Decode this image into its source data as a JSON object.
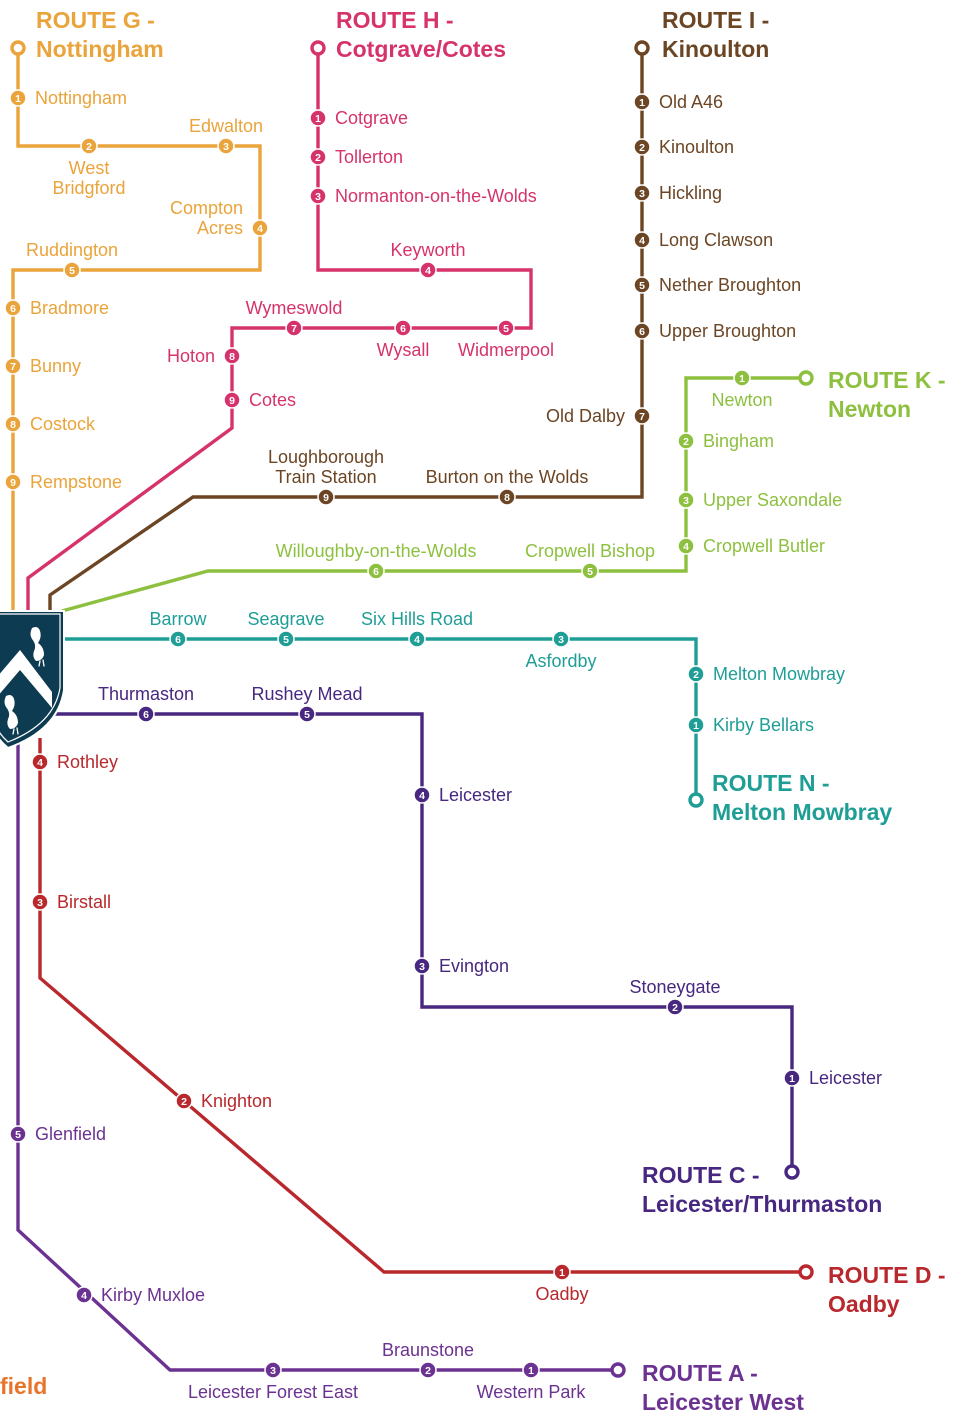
{
  "routes": [
    {
      "id": "G",
      "color": "#eaa43b",
      "title_lines": [
        "ROUTE G -",
        "Nottingham"
      ],
      "stops": [
        {
          "num": "1",
          "name": "Nottingham"
        },
        {
          "num": "2",
          "name": "West Bridgford",
          "name_lines": [
            "West",
            "Bridgford"
          ]
        },
        {
          "num": "3",
          "name": "Edwalton"
        },
        {
          "num": "4",
          "name": "Compton Acres",
          "name_lines": [
            "Compton",
            "Acres"
          ]
        },
        {
          "num": "5",
          "name": "Ruddington"
        },
        {
          "num": "6",
          "name": "Bradmore"
        },
        {
          "num": "7",
          "name": "Bunny"
        },
        {
          "num": "8",
          "name": "Costock"
        },
        {
          "num": "9",
          "name": "Rempstone"
        }
      ]
    },
    {
      "id": "H",
      "color": "#d6336c",
      "title_lines": [
        "ROUTE H -",
        "Cotgrave/Cotes"
      ],
      "stops": [
        {
          "num": "1",
          "name": "Cotgrave"
        },
        {
          "num": "2",
          "name": "Tollerton"
        },
        {
          "num": "3",
          "name": "Normanton-on-the-Wolds"
        },
        {
          "num": "4",
          "name": "Keyworth"
        },
        {
          "num": "5",
          "name": "Widmerpool"
        },
        {
          "num": "6",
          "name": "Wysall"
        },
        {
          "num": "7",
          "name": "Wymeswold"
        },
        {
          "num": "8",
          "name": "Hoton"
        },
        {
          "num": "9",
          "name": "Cotes"
        }
      ]
    },
    {
      "id": "I",
      "color": "#6b4524",
      "title_lines": [
        "ROUTE I -",
        "Kinoulton"
      ],
      "stops": [
        {
          "num": "1",
          "name": "Old A46"
        },
        {
          "num": "2",
          "name": "Kinoulton"
        },
        {
          "num": "3",
          "name": "Hickling"
        },
        {
          "num": "4",
          "name": "Long Clawson"
        },
        {
          "num": "5",
          "name": "Nether Broughton"
        },
        {
          "num": "6",
          "name": "Upper Broughton"
        },
        {
          "num": "7",
          "name": "Old Dalby"
        },
        {
          "num": "8",
          "name": "Burton on the Wolds"
        },
        {
          "num": "9",
          "name": "Loughborough Train Station",
          "name_lines": [
            "Loughborough",
            "Train Station"
          ]
        }
      ]
    },
    {
      "id": "K",
      "color": "#8dc03f",
      "title_lines": [
        "ROUTE K -",
        "Newton"
      ],
      "stops": [
        {
          "num": "1",
          "name": "Newton"
        },
        {
          "num": "2",
          "name": "Bingham"
        },
        {
          "num": "3",
          "name": "Upper Saxondale"
        },
        {
          "num": "4",
          "name": "Cropwell Butler"
        },
        {
          "num": "5",
          "name": "Cropwell Bishop"
        },
        {
          "num": "6",
          "name": "Willoughby-on-the-Wolds"
        }
      ]
    },
    {
      "id": "N",
      "color": "#1f9e96",
      "title_lines": [
        "ROUTE N -",
        "Melton Mowbray"
      ],
      "stops": [
        {
          "num": "1",
          "name": "Kirby Bellars"
        },
        {
          "num": "2",
          "name": "Melton Mowbray"
        },
        {
          "num": "3",
          "name": "Asfordby"
        },
        {
          "num": "4",
          "name": "Six Hills Road"
        },
        {
          "num": "5",
          "name": "Seagrave"
        },
        {
          "num": "6",
          "name": "Barrow"
        }
      ]
    },
    {
      "id": "C",
      "color": "#47277f",
      "title_lines": [
        "ROUTE C -",
        "Leicester/Thurmaston"
      ],
      "stops": [
        {
          "num": "1",
          "name": "Leicester"
        },
        {
          "num": "2",
          "name": "Stoneygate"
        },
        {
          "num": "3",
          "name": "Evington"
        },
        {
          "num": "4",
          "name": "Leicester"
        },
        {
          "num": "5",
          "name": "Rushey Mead"
        },
        {
          "num": "6",
          "name": "Thurmaston"
        }
      ]
    },
    {
      "id": "D",
      "color": "#b8282d",
      "title_lines": [
        "ROUTE D -",
        "Oadby"
      ],
      "stops": [
        {
          "num": "1",
          "name": "Oadby"
        },
        {
          "num": "2",
          "name": "Knighton"
        },
        {
          "num": "3",
          "name": "Birstall"
        },
        {
          "num": "4",
          "name": "Rothley"
        }
      ]
    },
    {
      "id": "A",
      "color": "#6b3291",
      "title_lines": [
        "ROUTE A -",
        "Leicester West"
      ],
      "stops": [
        {
          "num": "1",
          "name": "Western Park"
        },
        {
          "num": "2",
          "name": "Braunstone"
        },
        {
          "num": "3",
          "name": "Leicester Forest East"
        },
        {
          "num": "4",
          "name": "Kirby Muxloe"
        },
        {
          "num": "5",
          "name": "Glenfield"
        }
      ]
    }
  ],
  "fragments": {
    "partial_title": {
      "text": "field",
      "color": "#e8732a"
    }
  },
  "crest": {
    "bird": "heron-icon"
  }
}
